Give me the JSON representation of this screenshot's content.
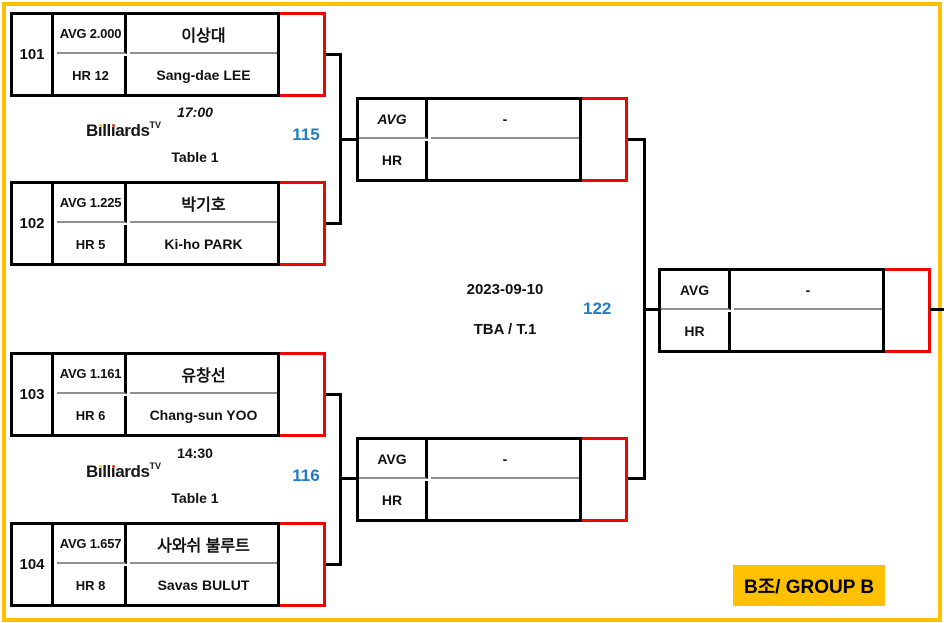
{
  "group": {
    "label": "B조/ GROUP B"
  },
  "colors": {
    "frame_yellow": "#FFC000",
    "score_box_red": "#F00600",
    "match_number_blue": "#1F7EC2",
    "logo_dot_yellow": "#FFC000",
    "logo_dot_red": "#E8381F"
  },
  "logo": {
    "part1": "B",
    "i_first": "ı",
    "part2": "ll",
    "i_second": "ı",
    "part3": "ards",
    "sup": "TV"
  },
  "round1": {
    "matches": [
      {
        "no": "101",
        "avg": "AVG 2.000",
        "hr": "HR 12",
        "player_kr": "이상대",
        "player_en": "Sang-dae LEE"
      },
      {
        "no": "102",
        "avg": "AVG 1.225",
        "hr": "HR 5",
        "player_kr": "박기호",
        "player_en": "Ki-ho PARK"
      },
      {
        "no": "103",
        "avg": "AVG 1.161",
        "hr": "HR 6",
        "player_kr": "유창선",
        "player_en": "Chang-sun YOO"
      },
      {
        "no": "104",
        "avg": "AVG 1.657",
        "hr": "HR 8",
        "player_kr": "사와쉬 불루트",
        "player_en": "Savas BULUT"
      }
    ]
  },
  "sessions": [
    {
      "time": "17:00",
      "table": "Table 1",
      "match_no": "115"
    },
    {
      "time": "14:30",
      "table": "Table 1",
      "match_no": "116"
    }
  ],
  "semifinals": [
    {
      "avg_label": "AVG",
      "avg_value": "-",
      "hr_label": "HR",
      "hr_value": ""
    },
    {
      "avg_label": "AVG",
      "avg_value": "-",
      "hr_label": "HR",
      "hr_value": ""
    }
  ],
  "final": {
    "date": "2023-09-10",
    "venue": "TBA / T.1",
    "match_no": "122",
    "avg_label": "AVG",
    "avg_value": "-",
    "hr_label": "HR",
    "hr_value": ""
  }
}
